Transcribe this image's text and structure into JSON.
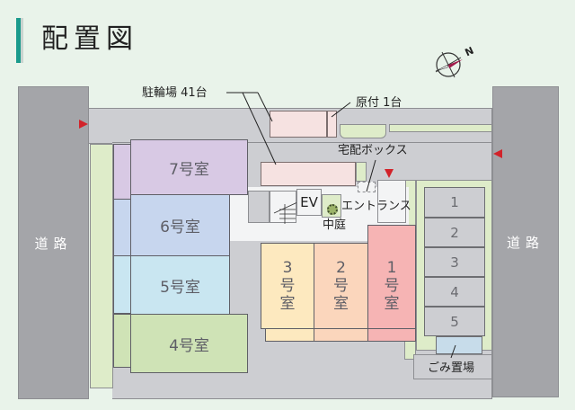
{
  "title": "配置図",
  "compass": {
    "label": "N"
  },
  "roads": {
    "left": "道路",
    "right": "道路"
  },
  "labels": {
    "bicycle_parking": "駐輪場 41台",
    "moped_parking": "原付 1台",
    "delivery_box": "宅配ボックス",
    "ev": "EV",
    "entrance": "エントランス",
    "courtyard": "中庭",
    "garbage": "ごみ置場"
  },
  "rooms": [
    {
      "id": "7",
      "label": "7号室",
      "color": "#d8c9e4"
    },
    {
      "id": "6",
      "label": "6号室",
      "color": "#c7d6ee"
    },
    {
      "id": "5",
      "label": "5号室",
      "color": "#c9e6f1"
    },
    {
      "id": "4",
      "label": "4号室",
      "color": "#cfe3b6"
    },
    {
      "id": "3",
      "label_lines": [
        "3",
        "号",
        "室"
      ],
      "color": "#fde9bf"
    },
    {
      "id": "2",
      "label_lines": [
        "2",
        "号",
        "室"
      ],
      "color": "#fbd6bc"
    },
    {
      "id": "1",
      "label_lines": [
        "1",
        "号",
        "室"
      ],
      "color": "#f6b4b4"
    }
  ],
  "parking_spaces": [
    "1",
    "2",
    "3",
    "4",
    "5"
  ],
  "colors": {
    "accent": "#1a9a8c",
    "entrance_marker": "#d2232a",
    "road": "#a4a5a9",
    "background": "#e9f3ea"
  }
}
